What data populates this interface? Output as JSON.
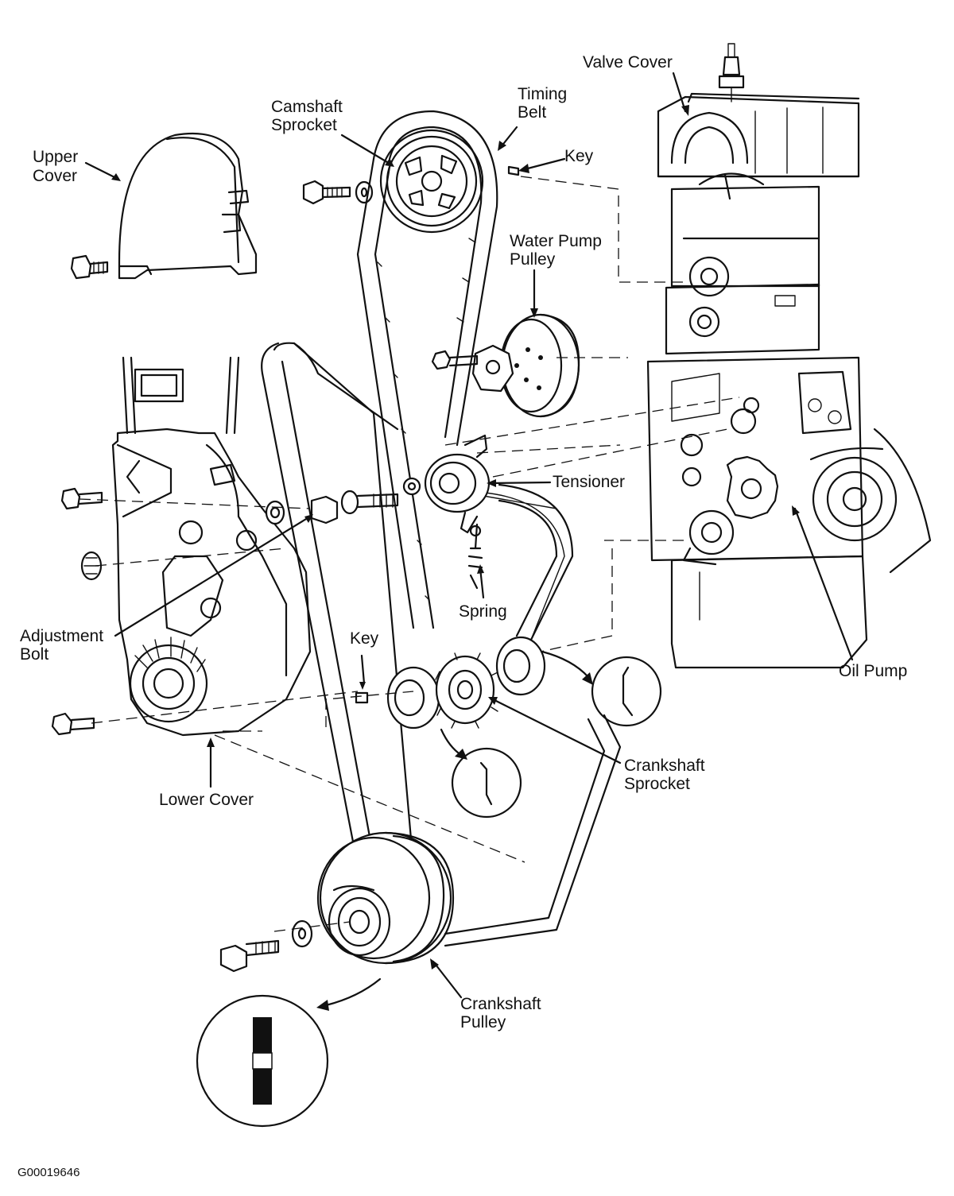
{
  "labels": {
    "valve_cover": "Valve Cover",
    "timing_belt_1": "Timing",
    "timing_belt_2": "Belt",
    "camshaft_sprocket_1": "Camshaft",
    "camshaft_sprocket_2": "Sprocket",
    "key_top": "Key",
    "upper_cover_1": "Upper",
    "upper_cover_2": "Cover",
    "water_pump_pulley_1": "Water Pump",
    "water_pump_pulley_2": "Pulley",
    "tensioner": "Tensioner",
    "spring": "Spring",
    "adjustment_bolt_1": "Adjustment",
    "adjustment_bolt_2": "Bolt",
    "key_bottom": "Key",
    "oil_pump": "Oil Pump",
    "lower_cover": "Lower Cover",
    "crankshaft_sprocket_1": "Crankshaft",
    "crankshaft_sprocket_2": "Sprocket",
    "crankshaft_pulley_1": "Crankshaft",
    "crankshaft_pulley_2": "Pulley"
  },
  "figure_code": "G00019646"
}
